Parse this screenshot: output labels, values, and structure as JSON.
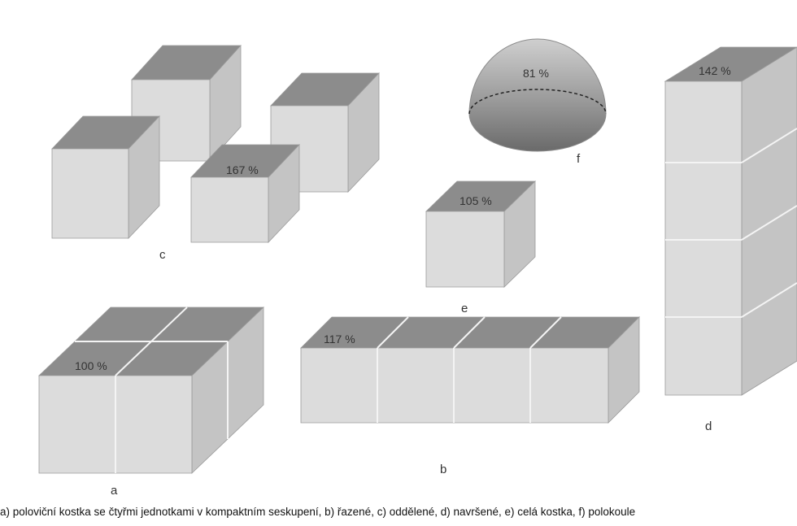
{
  "colors": {
    "top": "#8c8c8c",
    "front": "#dcdcdc",
    "side": "#c4c4c4",
    "divider": "#f4f4f4",
    "edge": "#9a9a9a"
  },
  "groups": {
    "a": {
      "letter": "a",
      "percent": "100 %"
    },
    "b": {
      "letter": "b",
      "percent": "117 %"
    },
    "c": {
      "letter": "c",
      "percent": "167 %"
    },
    "d": {
      "letter": "d",
      "percent": "142 %"
    },
    "e": {
      "letter": "e",
      "percent": "105 %"
    },
    "f": {
      "letter": "f",
      "percent": "81 %"
    }
  },
  "caption": "a) poloviční kostka se čtyřmi jednotkami v kompaktním seskupení,  b) řazené,  c) oddělené,  d) navršené,  e) celá kostka,  f) polokoule"
}
